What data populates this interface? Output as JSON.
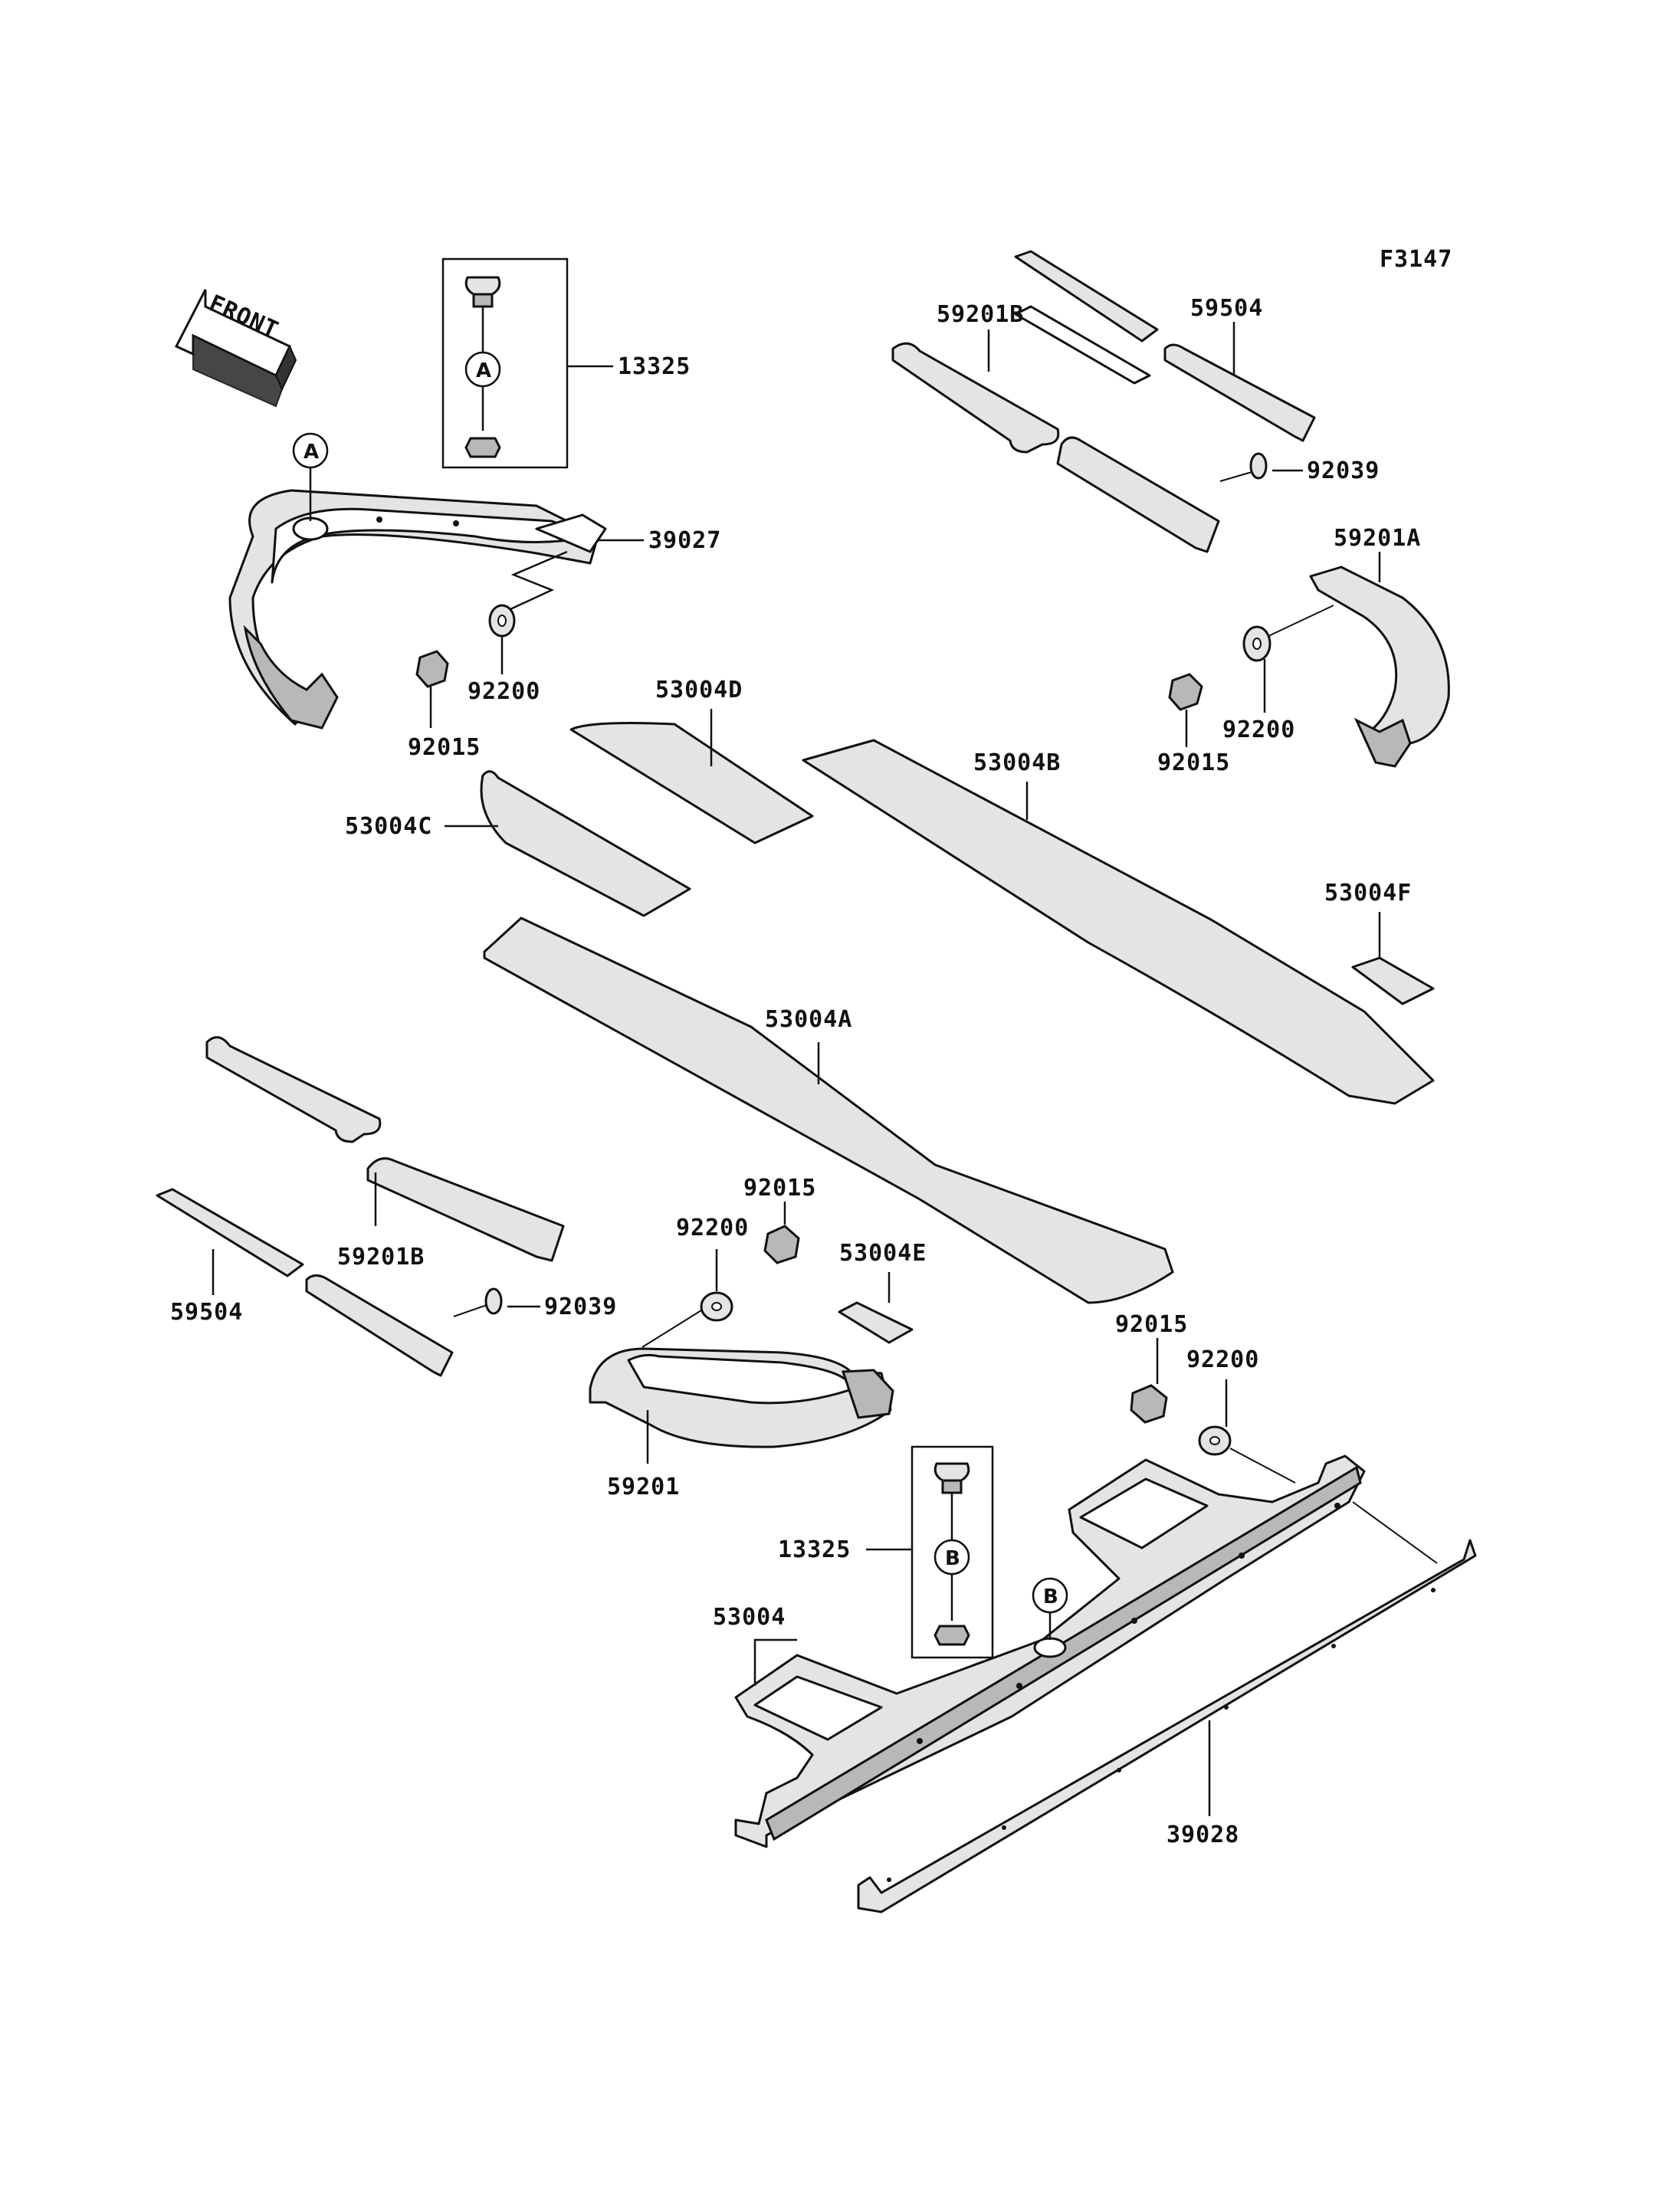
{
  "diagram_code": "F3147",
  "front_label": "FRONT",
  "callouts": {
    "a": "A",
    "b": "B"
  },
  "labels": {
    "p13325_top": "13325",
    "p39027": "39027",
    "p92200_tl": "92200",
    "p92015_tl": "92015",
    "p53004D": "53004D",
    "p53004C": "53004C",
    "p53004B": "53004B",
    "p59201B_top": "59201B",
    "p59504_top": "59504",
    "p92039_top": "92039",
    "p59201A": "59201A",
    "p92200_tr": "92200",
    "p92015_tr": "92015",
    "p53004F": "53004F",
    "p53004A": "53004A",
    "p59201B_bot": "59201B",
    "p59504_bot": "59504",
    "p92039_bot": "92039",
    "p92015_mid": "92015",
    "p92200_mid": "92200",
    "p53004E": "53004E",
    "p59201": "59201",
    "p92015_br": "92015",
    "p92200_br": "92200",
    "p13325_bot": "13325",
    "p53004": "53004",
    "p39028": "39028"
  }
}
